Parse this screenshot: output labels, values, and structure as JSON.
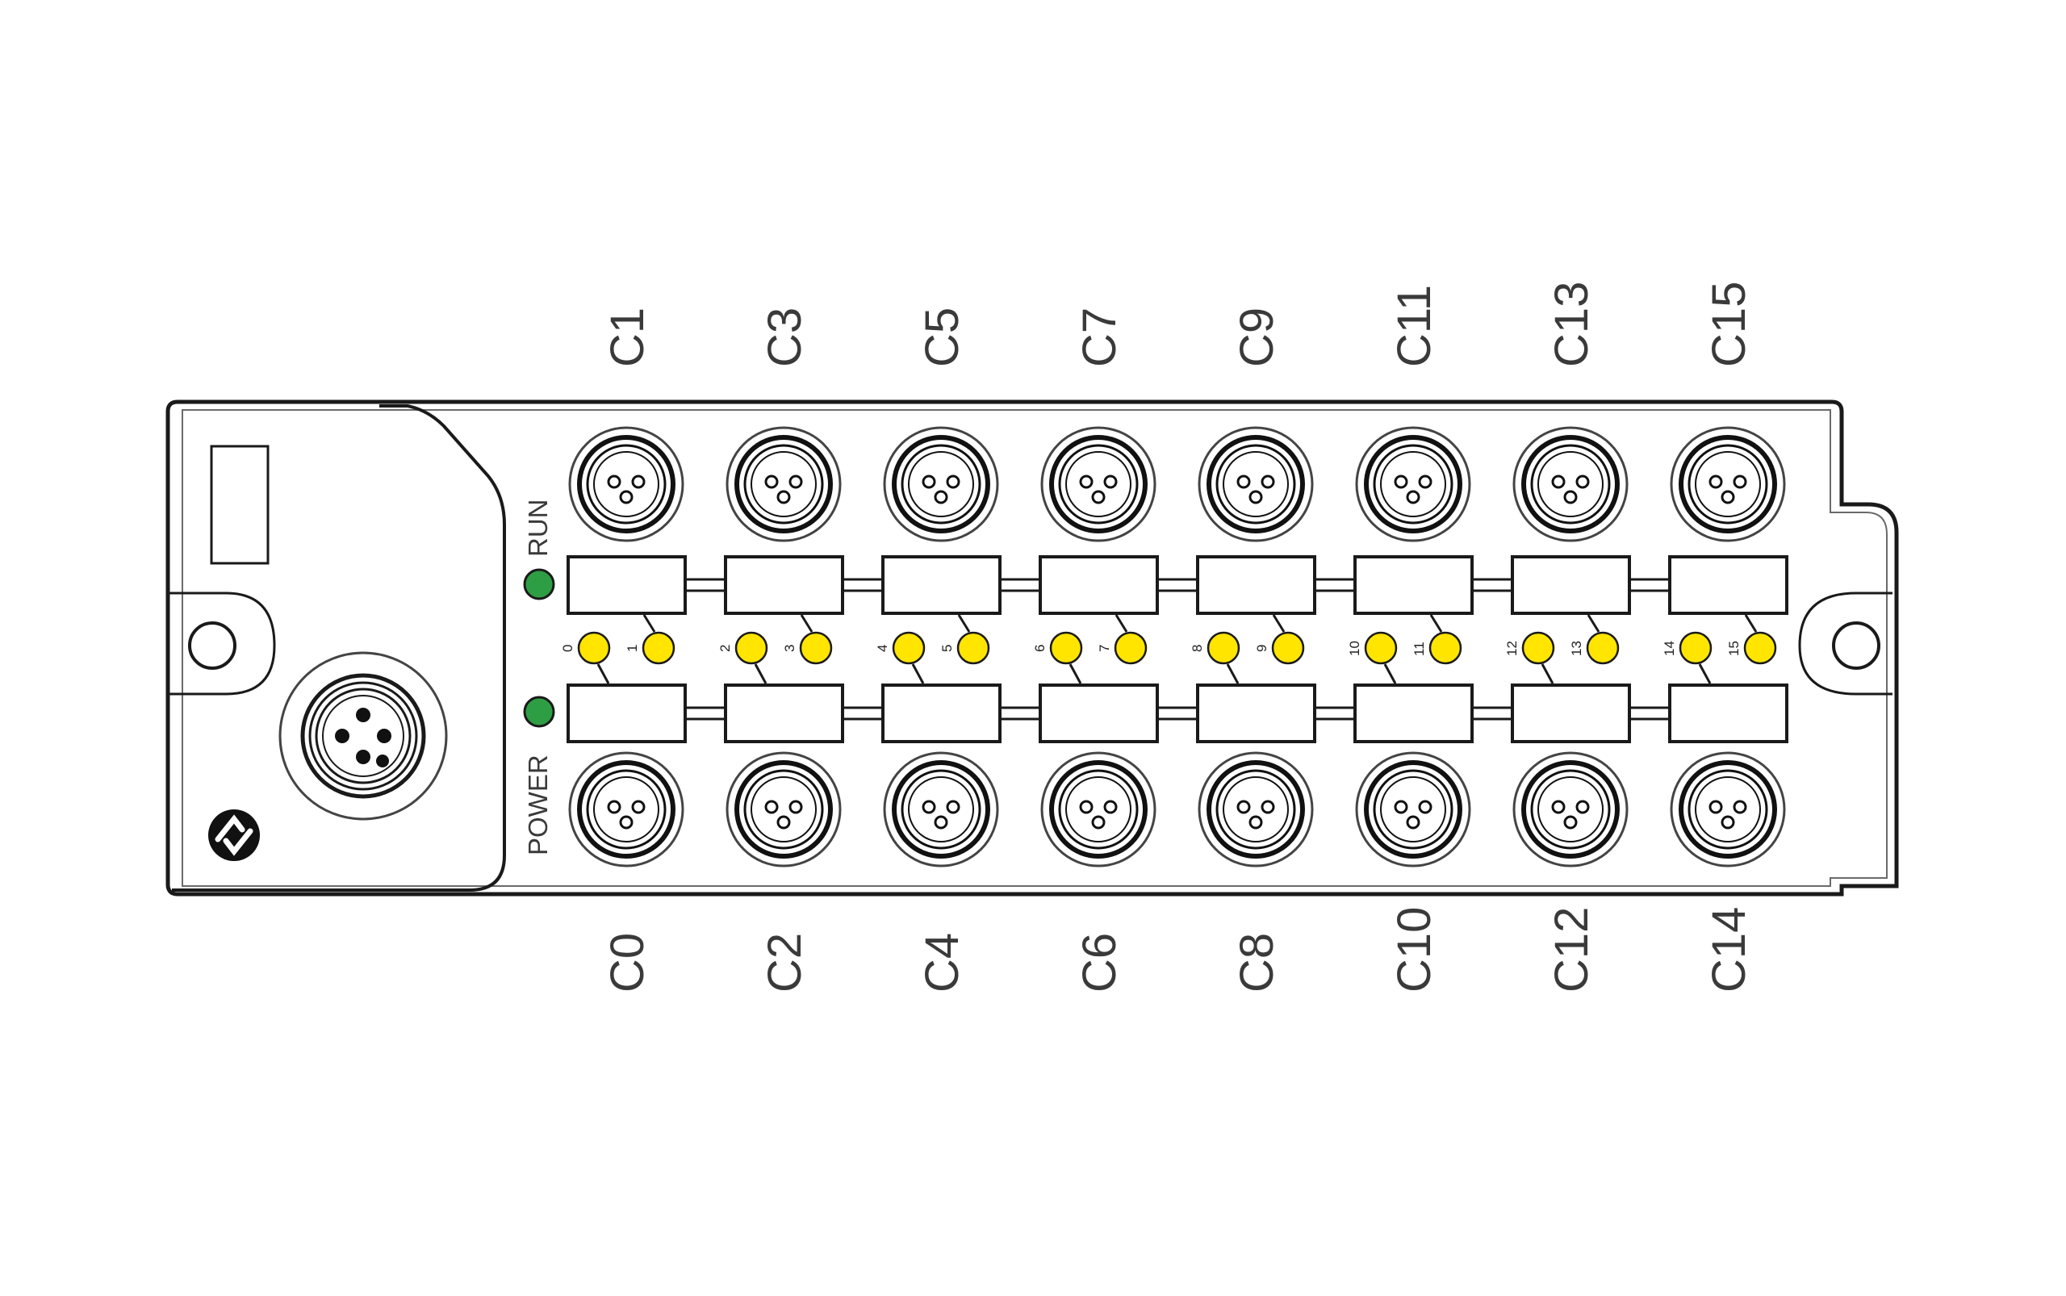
{
  "device": {
    "status_leds": [
      {
        "label": "RUN",
        "color": "#2e9e44"
      },
      {
        "label": "POWER",
        "color": "#2e9e44"
      }
    ],
    "channel_led_color": "#ffe500",
    "top_ports": [
      "C1",
      "C3",
      "C5",
      "C7",
      "C9",
      "C11",
      "C13",
      "C15"
    ],
    "bottom_ports": [
      "C0",
      "C2",
      "C4",
      "C6",
      "C8",
      "C10",
      "C12",
      "C14"
    ],
    "channels": [
      "0",
      "1",
      "2",
      "3",
      "4",
      "5",
      "6",
      "7",
      "8",
      "9",
      "10",
      "11",
      "12",
      "13",
      "14",
      "15"
    ]
  }
}
